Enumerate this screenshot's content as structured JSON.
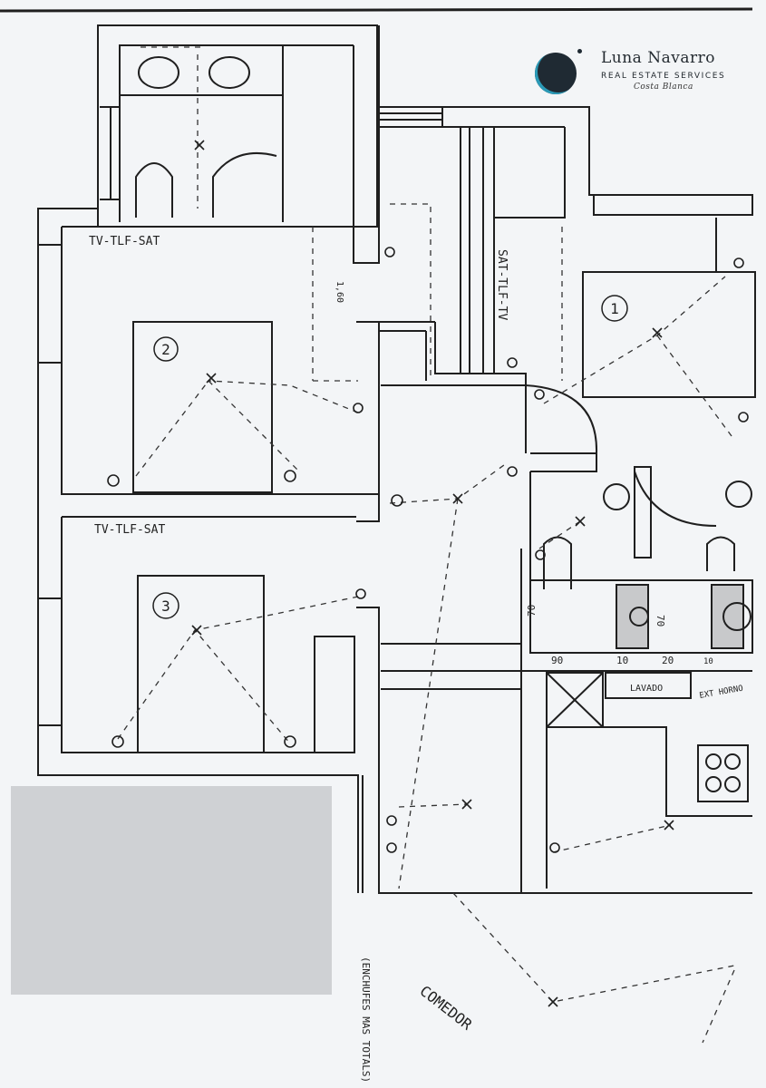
{
  "brand": {
    "name": "Luna Navarro",
    "subtitle": "REAL ESTATE SERVICES",
    "location": "Costa Blanca"
  },
  "annotations": {
    "bedroom1_number": "1",
    "bedroom2_number": "2",
    "bedroom3_number": "3",
    "tv_label_top": "TV-TLF-SAT",
    "tv_label_middle": "TV-TLF-SAT",
    "sat_vertical": "SAT-TLF-TV",
    "lavado": "LAVADO",
    "ext_horno": "EXT HORNO",
    "comedor": "COMEDOR",
    "cerchas": "(ENCHUFES MAS TOTALS)",
    "dim_70_left": "70",
    "dim_70_right": "70",
    "dim_90": "90",
    "dim_10": "10",
    "dim_20": "20",
    "dim_10b": "10",
    "dim_160": "1,60"
  },
  "colors": {
    "paper": "#f3f5f7",
    "ink": "#1f1f1f",
    "redaction": "#cfd1d4",
    "brand_dark": "#1f2a33",
    "brand_accent": "#2a9ab7"
  }
}
